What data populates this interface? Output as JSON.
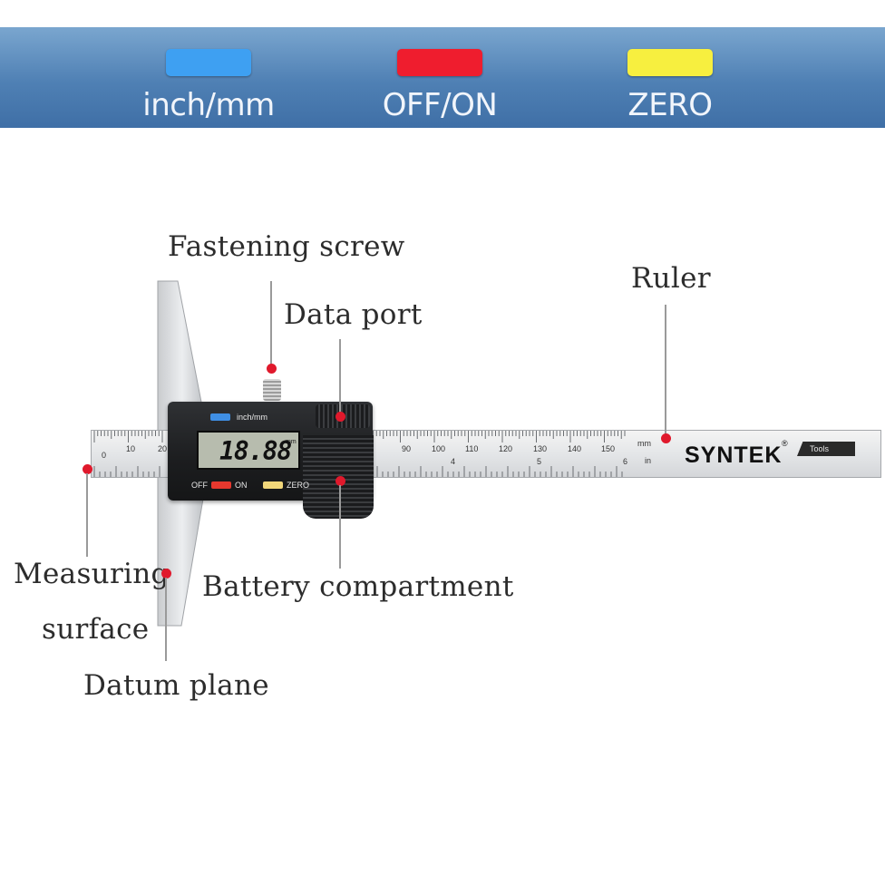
{
  "banner": {
    "keys": [
      {
        "label": "inch/mm",
        "color": "#3ea0f2"
      },
      {
        "label": "OFF/ON",
        "color": "#ef1d2e"
      },
      {
        "label": "ZERO",
        "color": "#f7ef3f"
      }
    ]
  },
  "callouts": {
    "fastening_screw": "Fastening screw",
    "data_port": "Data port",
    "ruler": "Ruler",
    "measuring_surface_line1": "Measuring",
    "measuring_surface_line2": "surface",
    "battery_compartment": "Battery compartment",
    "datum_plane": "Datum plane"
  },
  "gauge": {
    "display_value": "18.88",
    "display_unit": "mm",
    "button_inchmm": "inch/mm",
    "button_off": "OFF",
    "button_on": "ON",
    "button_zero": "ZERO",
    "brand": "SYNTEK",
    "brand_mark": "®",
    "tools_tag": "Tools",
    "unit_mm": "mm",
    "unit_in": "in",
    "mm_scale_left": [
      "0",
      "10",
      "20"
    ],
    "mm_scale_right": [
      "90",
      "100",
      "110",
      "120",
      "130",
      "140",
      "150"
    ],
    "inch_scale": [
      "4",
      "5",
      "6"
    ]
  },
  "colors": {
    "accent_dot": "#e0192c",
    "banner": "#4f80b4"
  }
}
